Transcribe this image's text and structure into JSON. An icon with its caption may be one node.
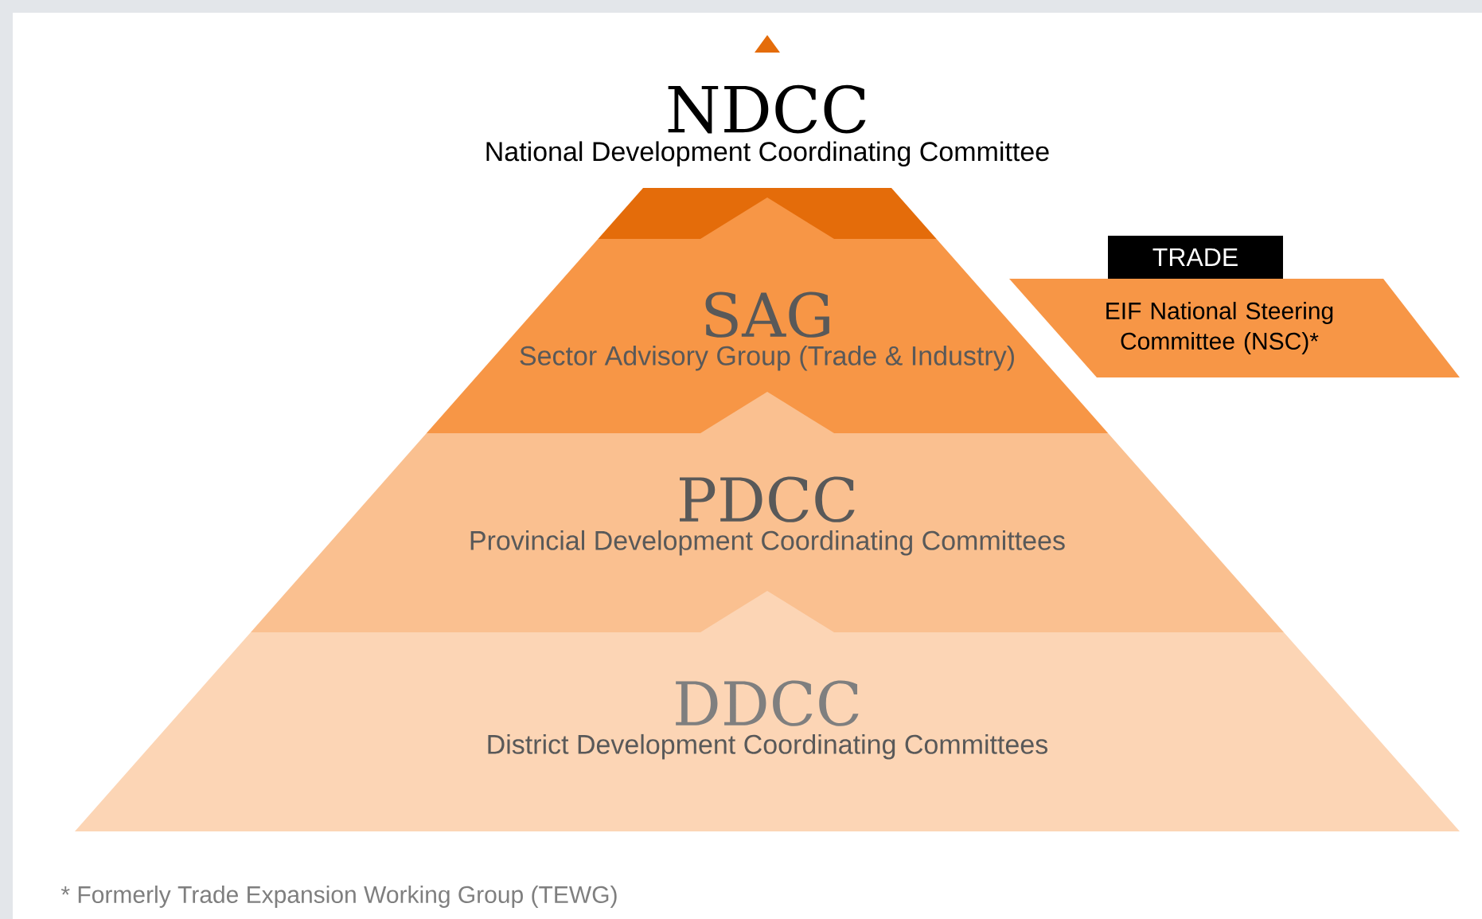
{
  "diagram": {
    "nodes": [
      {
        "text": [
          "NDCC",
          "National Development Coordinating Committee"
        ]
      },
      {
        "text": [
          "SAG",
          "Sector Advisory Group (Trade & Industry)"
        ]
      },
      {
        "text": [
          "PDCC",
          "Provincial Development Coordinating Committees"
        ]
      },
      {
        "text": [
          "DDCC",
          "District Development Coordinating Committees"
        ]
      },
      {
        "text": [
          "TRADE"
        ]
      },
      {
        "text": [
          "EIF National Steering Committee (NSC)*"
        ]
      }
    ],
    "edges": [
      {
        "from": 3,
        "to": 2,
        "arrow": "to"
      },
      {
        "from": 2,
        "to": 1,
        "arrow": "to"
      },
      {
        "from": 1,
        "to": 0,
        "arrow": "to"
      }
    ],
    "labels": [
      "* Formerly Trade Expansion Working Group (TEWG)"
    ]
  }
}
